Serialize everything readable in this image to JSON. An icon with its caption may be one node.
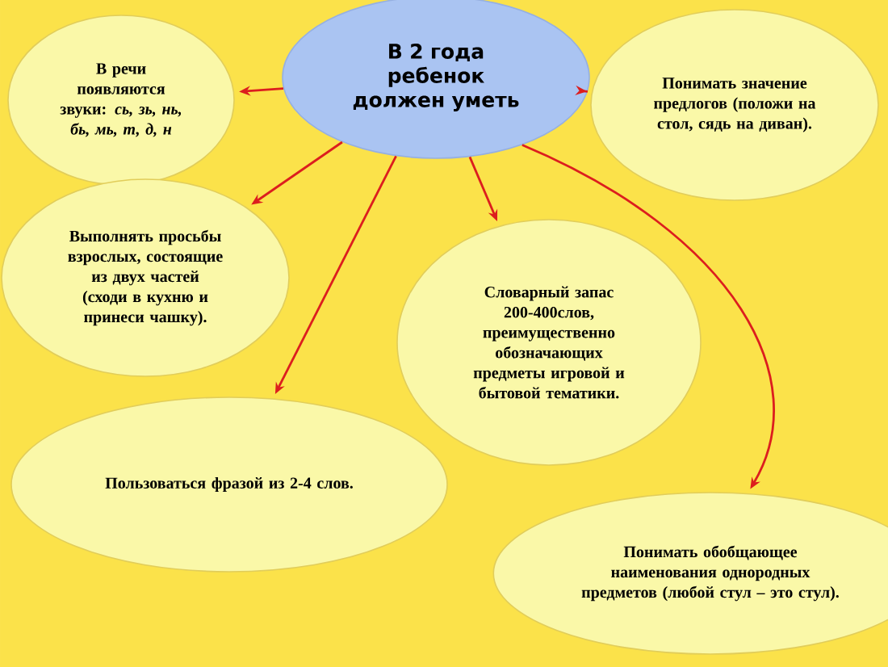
{
  "diagram": {
    "nodes": [
      {
        "text": [
          "В 2 года ребенок должен уметь"
        ]
      },
      {
        "text": [
          "В речи появляются звуки: *сь, зь, нь, бь, мь, т, д, н*"
        ]
      },
      {
        "text": [
          "Понимать значение предлогов (положи на стол, сядь на диван)."
        ]
      },
      {
        "text": [
          "Выполнять просьбы взрослых, состоящие из двух частей (сходи в кухню и принеси чашку)."
        ]
      },
      {
        "text": [
          "Словарный запас 200-400слов, преимущественно обозначающих предметы игровой и бытовой тематики."
        ]
      },
      {
        "text": [
          "Пользоваться фразой из 2-4 слов."
        ]
      },
      {
        "text": [
          "Понимать обобщающее наименования однородных предметов (любой стул – это стул)."
        ]
      }
    ],
    "edges": [
      {
        "from": 0,
        "to": 1,
        "arrow": "to"
      },
      {
        "from": 0,
        "to": 2,
        "arrow": "to"
      },
      {
        "from": 0,
        "to": 3,
        "arrow": "to"
      },
      {
        "from": 0,
        "to": 4,
        "arrow": "to"
      },
      {
        "from": 0,
        "to": 5,
        "arrow": "to"
      },
      {
        "from": 0,
        "to": 6,
        "arrow": "to"
      }
    ]
  }
}
